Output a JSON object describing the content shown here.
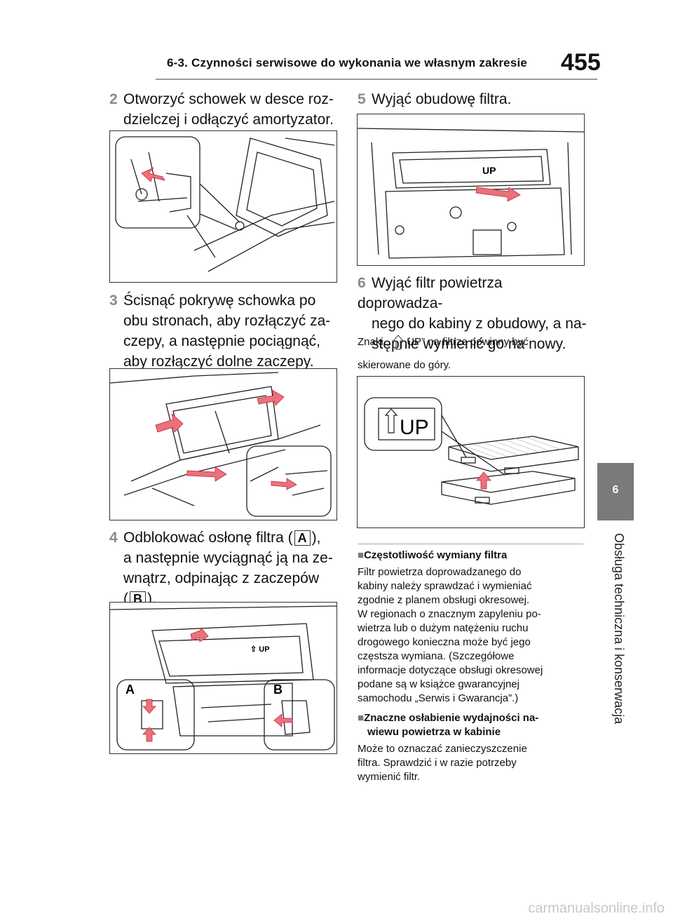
{
  "header": {
    "title": "6-3. Czynności serwisowe do wykonania we własnym zakresie",
    "page_number": "455"
  },
  "side_tab": {
    "number": "6",
    "label": "Obsługa techniczna i konserwacja"
  },
  "steps": {
    "s2": {
      "num": "2",
      "line1": "Otworzyć schowek w desce roz-",
      "line2": "dzielczej i odłączyć amortyzator."
    },
    "s3": {
      "num": "3",
      "line1": "Ścisnąć pokrywę schowka po",
      "line2": "obu stronach, aby rozłączyć za-",
      "line3": "czepy, a następnie pociągnąć,",
      "line4": "aby rozłączyć dolne zaczepy."
    },
    "s4": {
      "num": "4",
      "line1a": "Odblokować osłonę filtra (",
      "labelA": "A",
      "line1b": "),",
      "line2": "a następnie wyciągnąć ją na ze-",
      "line3": "wnątrz, odpinając z zaczepów",
      "line4a": "(",
      "labelB": "B",
      "line4b": ")."
    },
    "s5": {
      "num": "5",
      "line1": "Wyjąć obudowę filtra."
    },
    "s6": {
      "num": "6",
      "line1": "Wyjąć filtr powietrza doprowadza-",
      "line2": "nego do kabiny z obudowy, a na-",
      "line3": "stępnie wymienić go na nowy."
    }
  },
  "note_up": {
    "part1": "Znaki „",
    "part2": "UP” na filtrze powinny być",
    "part3": "skierowane do góry."
  },
  "figures": {
    "fig3_up": "⇧ UP",
    "fig4_a": "A",
    "fig4_b": "B",
    "fig5_up": "UP",
    "fig6_up": "UP"
  },
  "section1": {
    "marker": "■",
    "title": "Częstotliwość wymiany filtra",
    "lines": [
      "Filtr powietrza doprowadzanego do",
      "kabiny należy sprawdzać i wymieniać",
      "zgodnie z planem obsługi okresowej.",
      "W regionach o znacznym zapyleniu po-",
      "wietrza lub o dużym natężeniu ruchu",
      "drogowego konieczna może być jego",
      "częstsza wymiana. (Szczegółowe",
      "informacje dotyczące obsługi okresowej",
      "podane są w książce gwarancyjnej",
      "samochodu „Serwis i Gwarancja”.)"
    ]
  },
  "section2": {
    "marker": "■",
    "title1": "Znaczne osłabienie wydajności na-",
    "title2": "wiewu powietrza w kabinie",
    "lines": [
      "Może to oznaczać zanieczyszczenie",
      "filtra. Sprawdzić i w razie potrzeby",
      "wymienić filtr."
    ]
  },
  "footer": {
    "watermark": "carmanualsonline.info"
  },
  "colors": {
    "arrow": "#e8737a",
    "tab": "#7a7a7a",
    "accent_gray": "#8a8a8a"
  }
}
